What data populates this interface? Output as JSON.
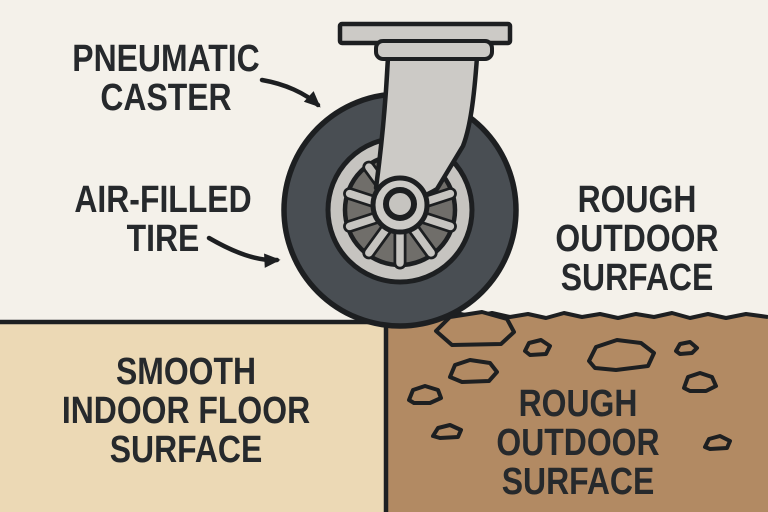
{
  "colors": {
    "background": "#f4f1ea",
    "indoor_floor": "#ecd9b5",
    "outdoor_ground": "#b28a63",
    "tire": "#494e53",
    "metal_light": "#cccac6",
    "metal_shadow": "#706e6a",
    "outline": "#1d1f21",
    "text": "#26292c"
  },
  "labels": {
    "pneumatic_caster": {
      "lines": [
        "PNEUMATIC",
        "CASTER"
      ]
    },
    "air_filled_tire": {
      "lines": [
        "AIR-FILLED",
        "TIRE"
      ]
    },
    "rough_outdoor_right": {
      "lines": [
        "ROUGH",
        "OUTDOOR",
        "SURFACE"
      ]
    },
    "smooth_indoor_floor": {
      "lines": [
        "SMOOTH",
        "INDOOR FLOOR",
        "SURFACE"
      ]
    },
    "rough_outdoor_ground": {
      "lines": [
        "ROUGH",
        "OUTDOOR",
        "SURFACE"
      ]
    }
  }
}
